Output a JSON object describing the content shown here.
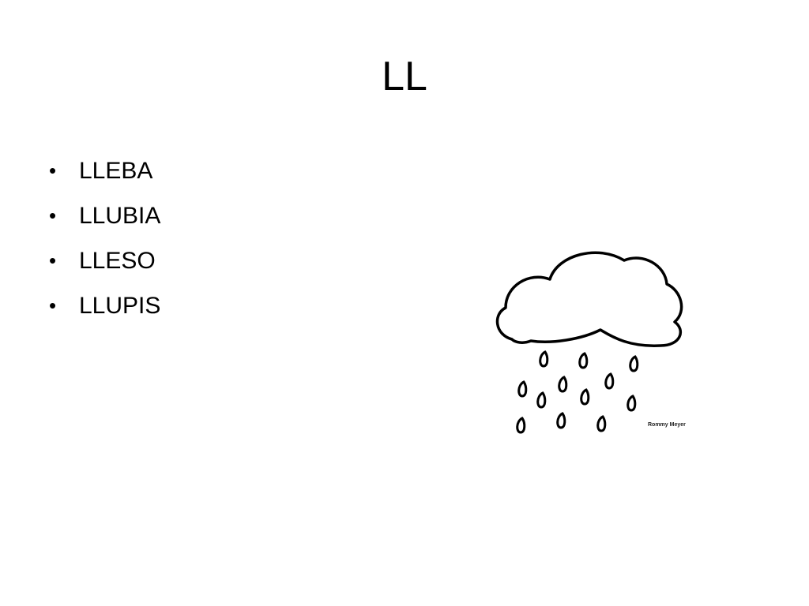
{
  "slide": {
    "title": "LL",
    "bullets": [
      "LLEBA",
      "LLUBIA",
      "LLESO",
      "LLUPIS"
    ],
    "bullet_symbol": "•"
  },
  "illustration": {
    "icon": "rain-cloud-icon",
    "watermark": "Rommy Meyer"
  }
}
